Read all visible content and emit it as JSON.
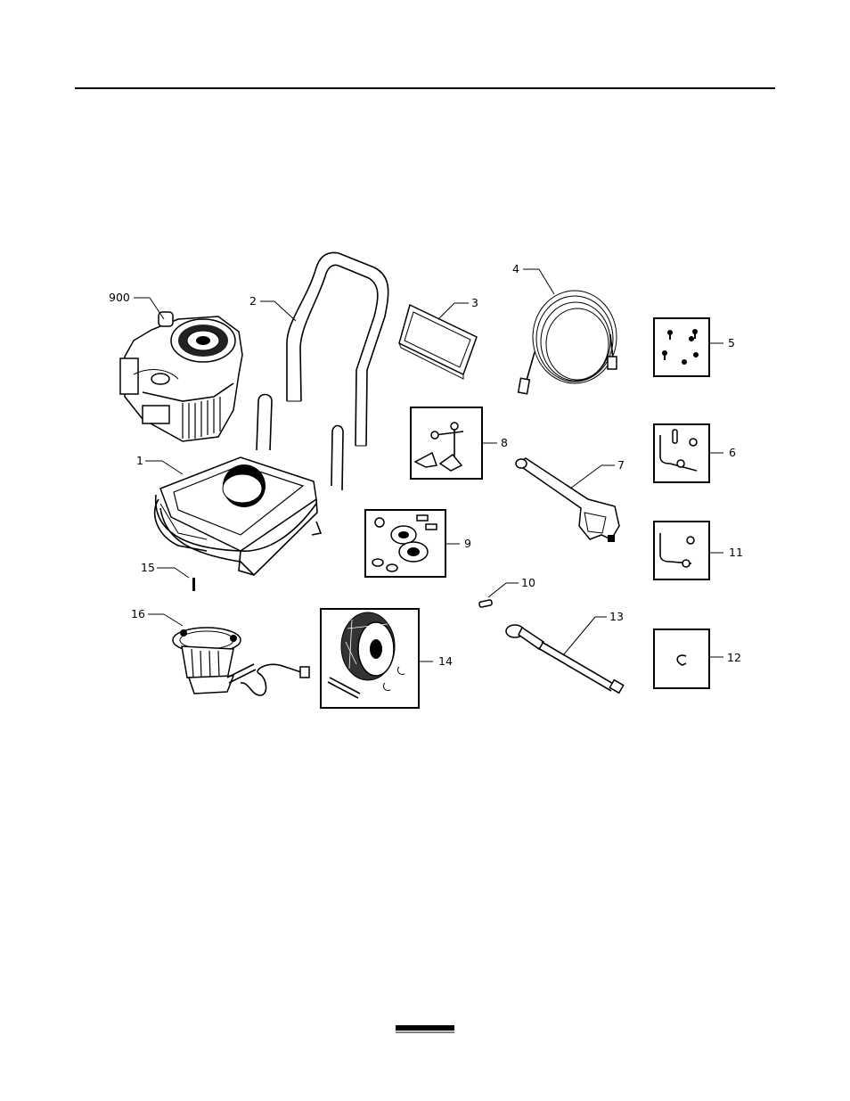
{
  "callouts": {
    "c900": "900",
    "c1": "1",
    "c2": "2",
    "c3": "3",
    "c4": "4",
    "c5": "5",
    "c6": "6",
    "c7": "7",
    "c8": "8",
    "c9": "9",
    "c10": "10",
    "c11": "11",
    "c12": "12",
    "c13": "13",
    "c14": "14",
    "c15": "15",
    "c16": "16"
  },
  "colors": {
    "ink": "#000000",
    "paper": "#ffffff"
  }
}
